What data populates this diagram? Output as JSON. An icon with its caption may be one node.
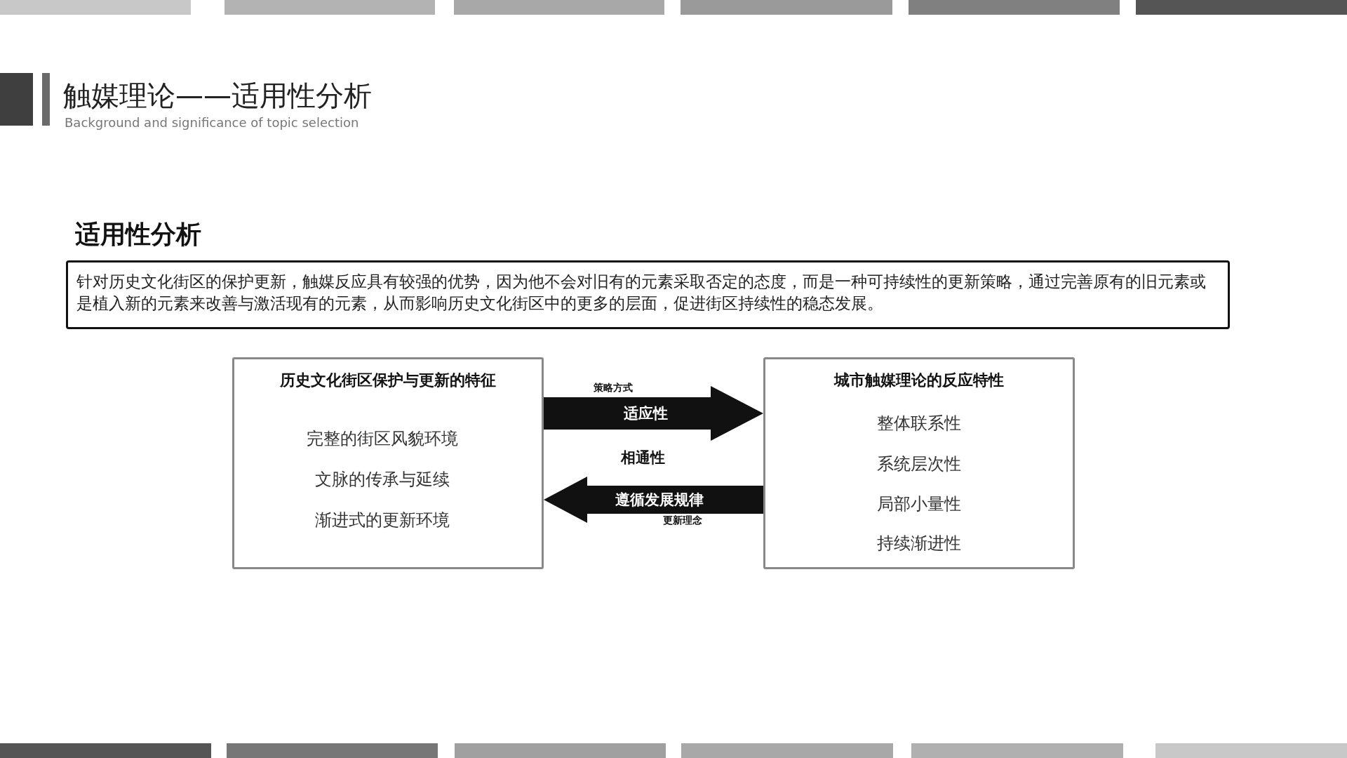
{
  "diagram": {
    "title": "触媒理论——适用性分析",
    "nodes": [
      {
        "text": [
          "适用性分析",
          "针对历史文化街区的保护更新，触媒反应具有较强的优势，因为他不会对旧有的元素采取否定的态度，而是一种可持续性的更新策略，通过完善原有的旧元素或是植入新的元素来改善与激活现有的元素，从而影响历史文化街区中的更多的层面，促进街区持续性的稳态发展。"
        ]
      },
      {
        "text": [
          "历史文化街区保护与更新的特征",
          "完整的街区风貌环境",
          "文脉的传承与延续",
          "渐进式的更新环境"
        ]
      },
      {
        "text": [
          "城市触媒理论的反应特性",
          "整体联系性",
          "系统层次性",
          "局部小量性",
          "持续渐进性"
        ]
      }
    ],
    "edges": [
      {
        "from": 1,
        "to": 2,
        "arrow": "to",
        "label": "适应性"
      },
      {
        "from": 2,
        "to": 1,
        "arrow": "to",
        "label": "遵循发展规律"
      }
    ],
    "labels": [
      "Background and significance of topic selection",
      "策略方式",
      "相通性",
      "更新理念"
    ]
  }
}
